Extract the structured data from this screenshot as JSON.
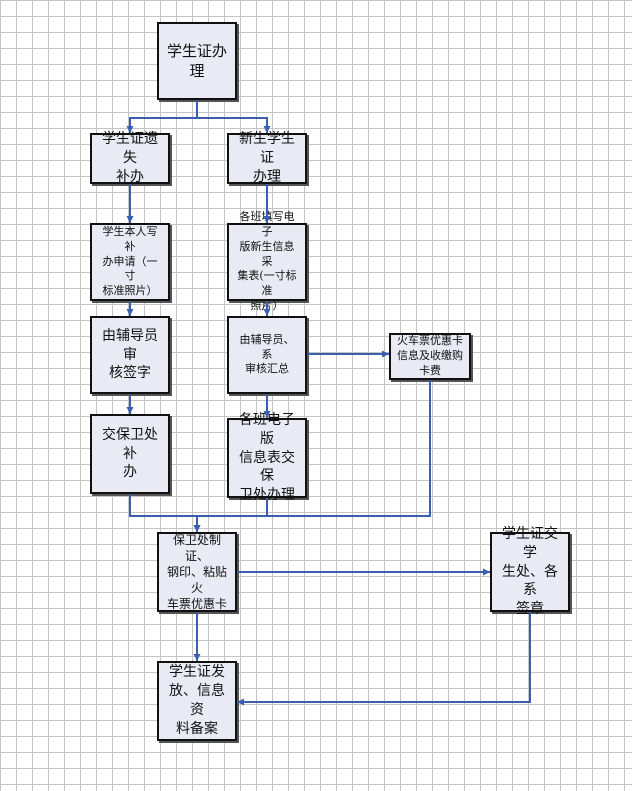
{
  "nodes": {
    "n1": "学生证办理",
    "n2": "学生证遗失\n补办",
    "n3": "新生学生证\n办理",
    "n4": "学生本人写补\n办申请（一寸\n标准照片）",
    "n5": "各班填写电子\n版新生信息采\n集表(一寸标准\n照片）",
    "n6": "由辅导员审\n核签字",
    "n7": "由辅导员、系\n审核汇总",
    "n8": "火车票优惠卡\n信息及收缴购\n卡费",
    "n9": "交保卫处补\n办",
    "n10": "各班电子版\n信息表交保\n卫处办理",
    "n11": "保卫处制证、\n钢印、粘贴火\n车票优惠卡",
    "n12": "学生证交学\n生处、各系\n签章",
    "n13": "学生证发\n放、信息资\n料备案"
  },
  "edges": [
    [
      "n1",
      "n2"
    ],
    [
      "n1",
      "n3"
    ],
    [
      "n2",
      "n4"
    ],
    [
      "n3",
      "n5"
    ],
    [
      "n4",
      "n6"
    ],
    [
      "n5",
      "n7"
    ],
    [
      "n7",
      "n8"
    ],
    [
      "n6",
      "n9"
    ],
    [
      "n7",
      "n10"
    ],
    [
      "n9",
      "n11"
    ],
    [
      "n10",
      "n11"
    ],
    [
      "n8",
      "n11"
    ],
    [
      "n11",
      "n12"
    ],
    [
      "n11",
      "n13"
    ],
    [
      "n12",
      "n13"
    ]
  ],
  "colors": {
    "connector": "#3a5fb0",
    "node_fill": "#e9eaf3",
    "node_border": "#111111",
    "grid": "#c4c4c4"
  }
}
